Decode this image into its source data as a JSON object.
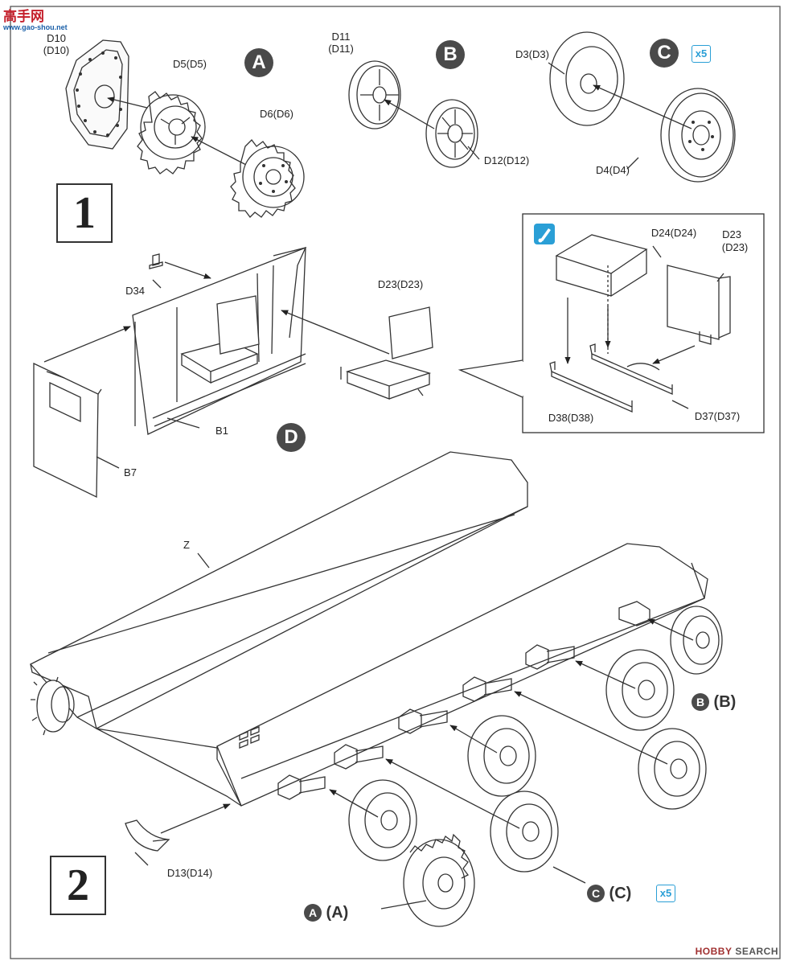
{
  "logo": {
    "text": "高手网",
    "subtext": "www.gao-shou.net"
  },
  "steps": [
    "1",
    "2"
  ],
  "step1": {
    "circle_A": "A",
    "circle_B": "B",
    "circle_C": "C",
    "circle_D": "D",
    "multiplier_C": "x5",
    "parts": {
      "d10_a": "D10",
      "d10_b": "(D10)",
      "d5": "D5(D5)",
      "d6": "D6(D6)",
      "d11_a": "D11",
      "d11_b": "(D11)",
      "d12": "D12(D12)",
      "d3": "D3(D3)",
      "d4": "D4(D4)",
      "d34": "D34",
      "b1": "B1",
      "b7": "B7",
      "d23_main": "D23(D23)",
      "d24": "D24(D24)",
      "d23_a": "D23",
      "d23_b": "(D23)",
      "d38": "D38(D38)",
      "d37": "D37(D37)"
    }
  },
  "step2": {
    "parts": {
      "z": "Z",
      "d13": "D13(D14)"
    },
    "callout_B": {
      "letter": "B",
      "paren": "B"
    },
    "callout_C": {
      "letter": "C",
      "paren": "C",
      "multiplier": "x5"
    },
    "callout_A": {
      "letter": "A",
      "paren": "A"
    }
  },
  "watermark": {
    "brand": "HOBBY",
    "text": "SEARCH"
  }
}
